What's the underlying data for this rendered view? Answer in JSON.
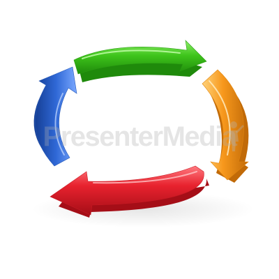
{
  "watermark": {
    "text": "PresenterMedia",
    "color": "#b4b4b4"
  },
  "diagram": {
    "shape": "circular-cycle",
    "arrow_count": 4,
    "direction": "clockwise",
    "arrows": [
      {
        "position": "top",
        "color": "#3ec41b",
        "shade": "#1f8a0b",
        "highlight": "#8ef06a"
      },
      {
        "position": "right",
        "color": "#f7981c",
        "shade": "#c16a08",
        "highlight": "#ffd27a"
      },
      {
        "position": "bottom",
        "color": "#e8222e",
        "shade": "#a50e17",
        "highlight": "#ff7a80"
      },
      {
        "position": "left",
        "color": "#2f68d6",
        "shade": "#163f95",
        "highlight": "#7aa8ff"
      }
    ]
  }
}
